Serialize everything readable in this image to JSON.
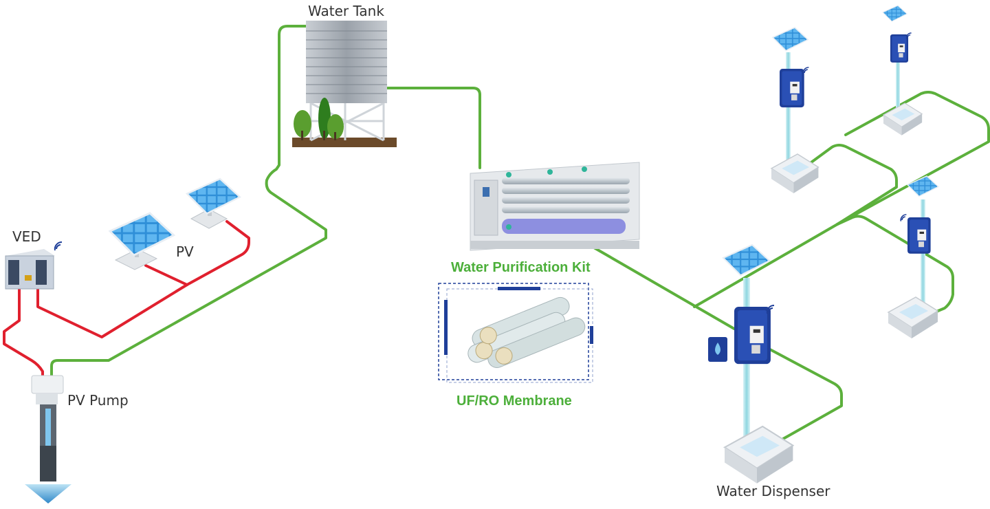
{
  "labels": {
    "water_tank": "Water Tank",
    "ved": "VED",
    "pv": "PV",
    "pv_pump": "PV Pump",
    "water_purification_kit": "Water Purification Kit",
    "uf_ro_membrane": "UF/RO Membrane",
    "water_dispenser": "Water Dispenser"
  },
  "colors": {
    "water_pipe": "#5cb03c",
    "power_cable": "#e0202e",
    "label_green": "#4caf3a",
    "solar_blue": "#2f8fd8",
    "dispenser_blue": "#1f3f99"
  },
  "icons": {
    "wifi": "wifi-icon",
    "water_drop": "water-drop-icon",
    "tree": "tree-icon",
    "solar_panel": "solar-panel-icon"
  }
}
